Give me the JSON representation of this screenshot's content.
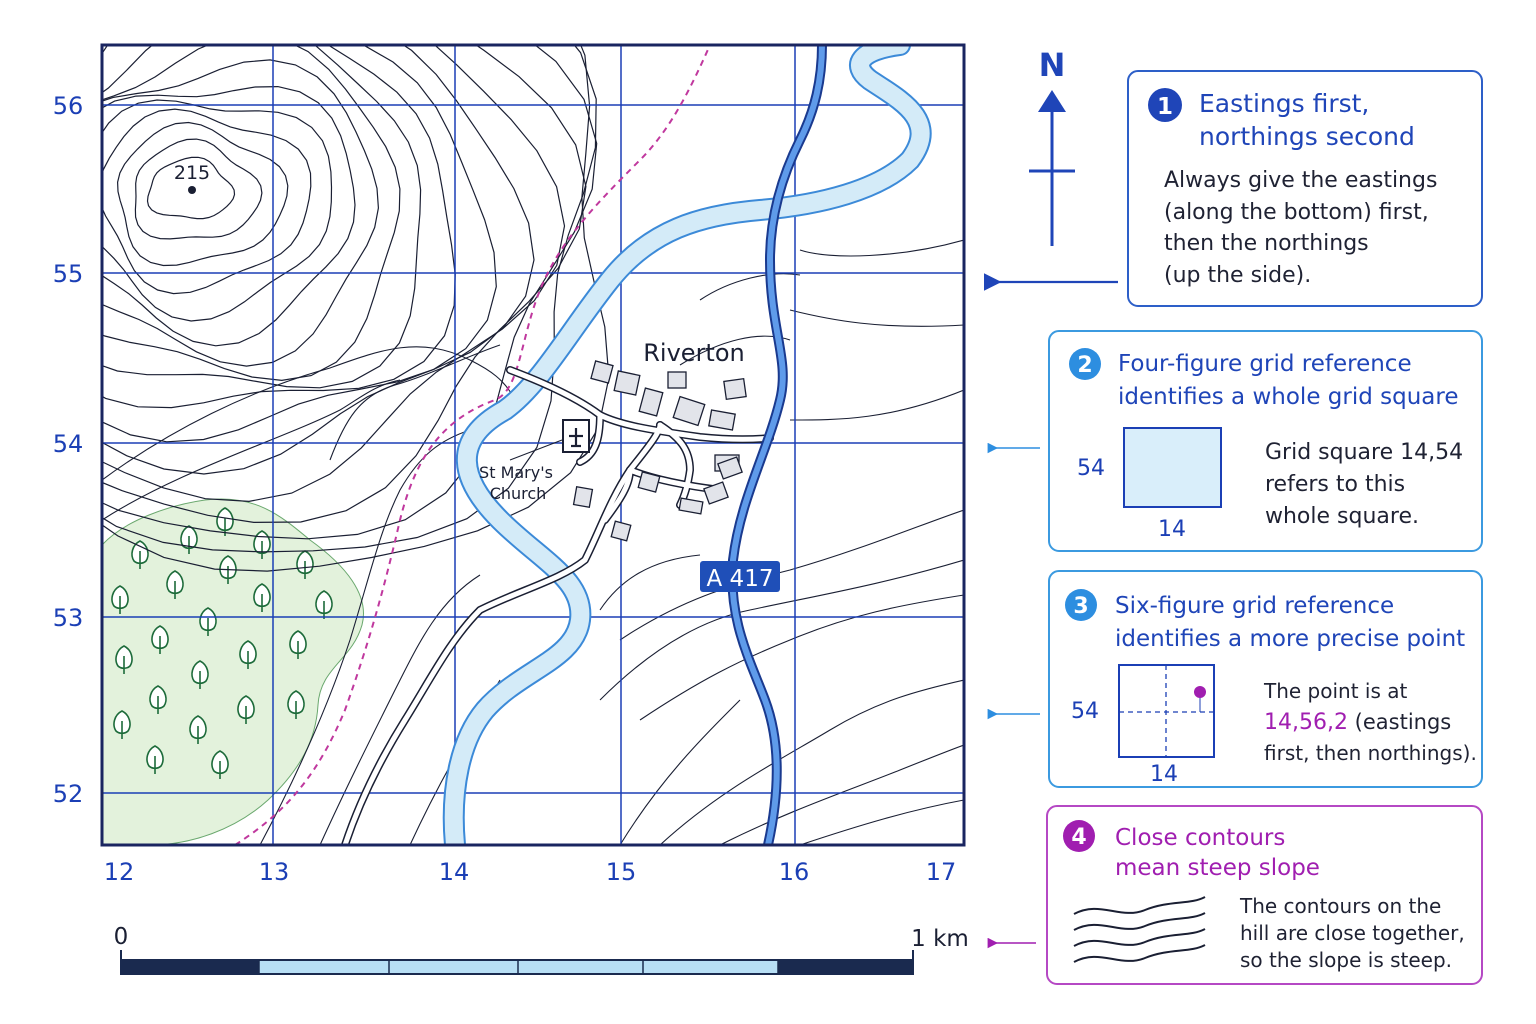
{
  "map": {
    "eastings": [
      "12",
      "13",
      "14",
      "15",
      "16",
      "17"
    ],
    "northings": [
      "56",
      "55",
      "54",
      "53",
      "52"
    ],
    "spot_height": "215",
    "town": "Riverton",
    "church_label": [
      "St Mary's",
      "Church"
    ],
    "road_label": "A 417",
    "north_label": "N"
  },
  "scale": {
    "start": "0",
    "end": "1 km"
  },
  "info": [
    {
      "num": "1",
      "title": [
        "Eastings first,",
        "northings second"
      ],
      "body": [
        "Always give the eastings",
        "(along the bottom) first,",
        "then the northings",
        "(up the side)."
      ]
    },
    {
      "num": "2",
      "title": [
        "Four-figure grid reference",
        "identifies a whole grid square"
      ],
      "body": [
        "Grid square 14,54",
        "refers to this",
        "whole square."
      ],
      "square_row": "54",
      "square_col": "14"
    },
    {
      "num": "3",
      "title": [
        "Six-figure grid reference",
        "identifies a more precise point"
      ],
      "body_before": "The point is at",
      "highlight": "14,56,2",
      "body_after": " (eastings",
      "body_last": "first, then northings).",
      "square_row": "54",
      "square_col": "14"
    },
    {
      "num": "4",
      "title": [
        "Close contours",
        "mean steep slope"
      ],
      "body": [
        "The contours on the",
        "hill are close together,",
        "so the slope is steep."
      ]
    }
  ],
  "colors": {
    "grid": "#1b3fb5",
    "frame": "#1a2560",
    "river_fill": "#d4ebf8",
    "river_edge": "#3c8ad8",
    "road_a417": "#3a78dc",
    "road_badge": "#1f4fb8",
    "path": "#c0389e",
    "wood_fill": "#e3f2dc",
    "tree": "#1d6b3a",
    "purple": "#a01eb0",
    "scale_dark": "#1a2a4f",
    "scale_light": "#b8dff5"
  }
}
